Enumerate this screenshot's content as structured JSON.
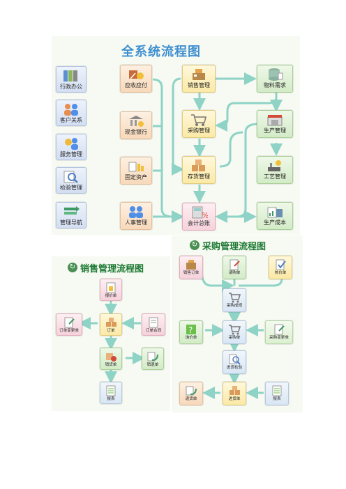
{
  "main": {
    "title": "全系统流程图",
    "nodes": {
      "admin": "行政办公",
      "crm": "客户关系",
      "service": "服务管理",
      "inspection": "检验管理",
      "nav": "管理导航",
      "receivable": "应收应付",
      "cash": "现金银行",
      "assets": "固定资产",
      "hr": "人事管理",
      "sales": "销售管理",
      "purchase": "采购管理",
      "inventory": "存货管理",
      "ledger": "会计总账",
      "material": "物料需求",
      "production": "生产管理",
      "process": "工艺管理",
      "cost": "生产成本"
    }
  },
  "purchase_flow": {
    "title": "采购管理流程图",
    "nodes": {
      "sales_order": "销售订单",
      "request": "请购单",
      "quote": "核价单",
      "analysis": "采购成规",
      "inquiry": "询价单",
      "order": "采购单",
      "change": "采购变更单",
      "check": "进货检验",
      "return": "退货单",
      "receipt": "进货单",
      "report": "报表"
    }
  },
  "sales_flow": {
    "title": "销售管理流程图",
    "nodes": {
      "quote": "报价单",
      "change": "订单变更单",
      "order": "订单",
      "contract": "订单合同",
      "delivery": "销货单",
      "return": "销退单",
      "report": "报表"
    }
  },
  "colors": {
    "title_main": "#3f8fd0",
    "title_sub": "#1f7a34",
    "connector": "#8fd3c6"
  }
}
